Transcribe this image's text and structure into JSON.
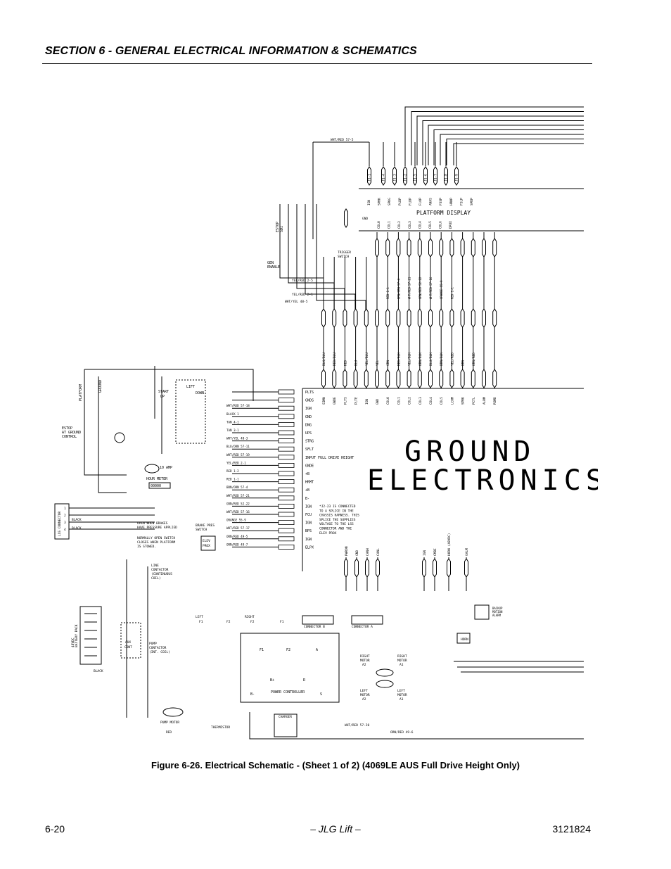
{
  "header": {
    "title": "SECTION 6 - GENERAL ELECTRICAL INFORMATION & SCHEMATICS"
  },
  "schematic": {
    "ground_electronics_label": [
      "GROUND",
      "ELECTRONICS"
    ],
    "platform_display_label": "PLATFORM DISPLAY",
    "top_pins": [
      "J1-1",
      "J1-4",
      "J1-3",
      "J1-2",
      "J1-5",
      "J1-6",
      "J1-7",
      "J1-8",
      "J1-9"
    ],
    "top_signals": [
      "IGN",
      "SPRK",
      "SPKG",
      "PLDP",
      "FLDP",
      "FLOP",
      "ANAS",
      "FSSP",
      "HRNP",
      "FSLP",
      "SPDP"
    ],
    "column_signals": [
      "COL0",
      "COL1",
      "COL2",
      "COL3",
      "COL4",
      "COL5",
      "COL6",
      "DPUX"
    ],
    "mid_signals": [
      "BLK/BLU",
      "RED/BLU",
      "RED",
      "BLU",
      "YEL/BLU",
      "YEL",
      "GRN",
      "RED/BLK",
      "YEL/BLK",
      "ORN/BLK",
      "BLU/BLK",
      "BRN/BLK",
      "YEL/RED",
      "BRN",
      "ORN/RED"
    ],
    "lower_pins": [
      "SIMN",
      "GNDE",
      "PLTS",
      "PLTE",
      "IGN",
      "GND",
      "COL0",
      "COL1",
      "COL2",
      "COL3",
      "COL4",
      "COL5",
      "LCOM",
      "SPRK",
      "PCTL",
      "ALRM",
      "RSMD"
    ],
    "j5_labels": [
      "PLTS",
      "GNDS",
      "IGN",
      "GND",
      "DNG",
      "UPS",
      "STRG",
      "SFLT",
      "INPUT FULL DRIVE HEIGHT",
      "GNDE",
      "+B",
      "HRMT",
      "+B",
      "B-",
      "IGN",
      "FCU",
      "IGN",
      "BPS",
      "IGN",
      "ELPX"
    ],
    "wire_labels": [
      "WHT/RED 57-5",
      "WHT/RED 57-18",
      "BLACK 1",
      "TAN 4-1",
      "TAN 3-1",
      "WHT/YEL 48-3",
      "BLU/ORN 57-11",
      "WHT/RED 57-19",
      "YEL/RED 2-1",
      "RED 1-2",
      "RED 1-1",
      "BRN/ORN 57-4",
      "WHT/RED 57-21",
      "GRN/RED 52-22",
      "WHT/RED 57-16",
      "ORANGE 55-9",
      "WHT/RED 57-17",
      "ORN/RED 49-5",
      "ORN/RED 49-7",
      "YEL/RED 2-6",
      "WHT/YEL 48-2",
      "WHT/YEL 48-4",
      "WHT/RED 57-20",
      "ORN/RED 49-6",
      "YEL/RED 2-2",
      "YEL/RED 2-3",
      "YEL/RED 2-5",
      "WHT/YEL 48-5",
      "BLACK",
      "RED"
    ],
    "component_labels": [
      "ESTOP SDI",
      "GEN ENABLE",
      "TRIGGER SWITCH",
      "PLATFORM",
      "GROUND",
      "START UP",
      "LIFT",
      "DOWN",
      "ESTOP AT GROUND CONTROL",
      "10 AMP",
      "HOUR METER",
      "LSS CONNECTOR",
      "OPEN WHEN BRAKES HAVE PRESSURE APPLIED",
      "BRAKE PRES SWITCH",
      "NORMALLY OPEN SWITCH CLOSES WHEN PLATFORM IS STOWED.",
      "ELEV PROX",
      "LINE CONTACTOR (CONTINUOUS COIL)",
      "48VDC BATTERY PACK",
      "AUX CONT",
      "PUMP CONTACTOR (INT. COIL)",
      "LEFT F1",
      "F2",
      "RIGHT F2",
      "F1",
      "CONNECTOR B",
      "CONNECTOR A",
      "POWER CONTROLLER",
      "RIGHT MOTOR A2",
      "RIGHT MOTOR A1",
      "LEFT MOTOR A2",
      "LEFT MOTOR A1",
      "PUMP MOTOR",
      "THERMISTOR",
      "CHARGER",
      "HORN",
      "BACKUP MOTION ALARM"
    ],
    "splice_note": "*J2-23 IS CONNECTED TO A SPLICE IN THE CHASSIS HARNESS. THIS SPLICE THE SUPPLIES VOLTAGE TO THE LSS CONNECTOR AND THE ELEV PROX",
    "bottom_signals": [
      "PWRON",
      "GND",
      "CANH",
      "CANL",
      "IGN",
      "CMBI",
      "HORN (48VDC)",
      "GALM"
    ]
  },
  "caption": "Figure 6-26.  Electrical Schematic - (Sheet 1 of 2) (4069LE AUS Full Drive Height Only)",
  "footer": {
    "page_number": "6-20",
    "center": "– JLG Lift –",
    "doc_number": "3121824"
  }
}
